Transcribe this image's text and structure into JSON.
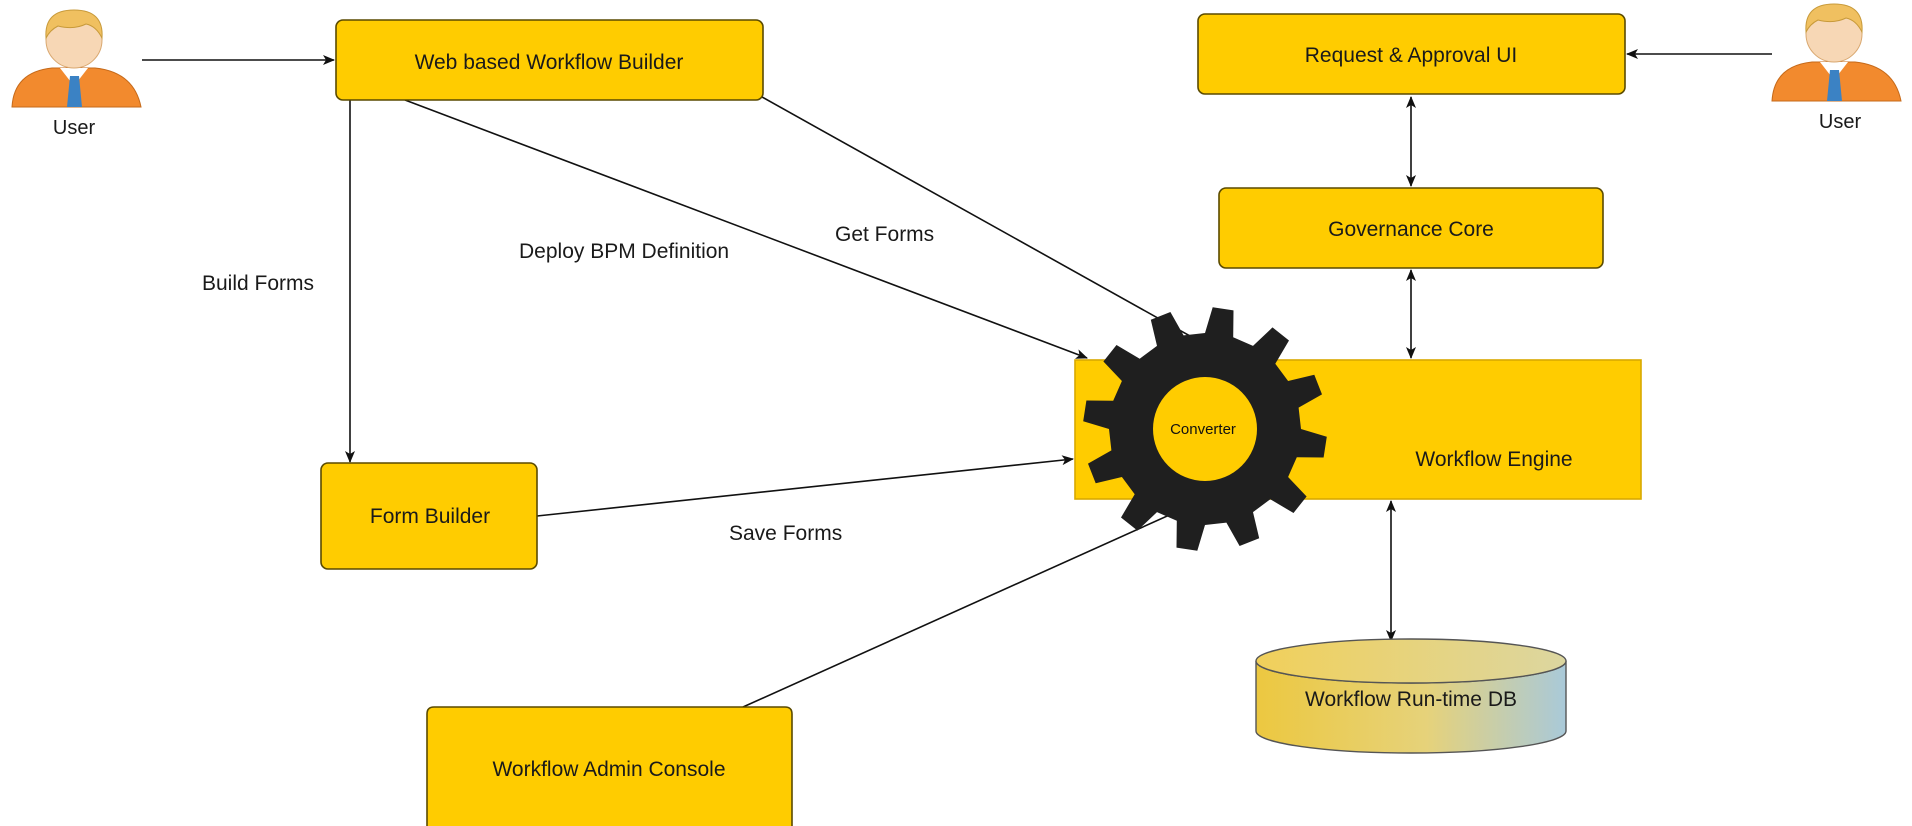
{
  "actors": {
    "left_user": "User",
    "right_user": "User"
  },
  "nodes": {
    "web_builder": "Web based Workflow Builder",
    "request_approval": "Request & Approval UI",
    "governance_core": "Governance Core",
    "form_builder": "Form Builder",
    "workflow_engine": "Workflow Engine",
    "gear_label": "Converter",
    "runtime_db": "Workflow Run-time DB",
    "admin_console": "Workflow Admin Console"
  },
  "edges": {
    "build_forms": "Build Forms",
    "deploy_bpm": "Deploy BPM Definition",
    "get_forms": "Get Forms",
    "save_forms": "Save Forms"
  },
  "colors": {
    "box_fill": "#FFCC00",
    "box_stroke": "#5a4a00",
    "gear": "#1f1f1f",
    "db_gradient_end": "#a9c9d9",
    "user_body": "#f28a2e",
    "user_tie": "#3b82c4",
    "user_hair": "#f0c060"
  },
  "icons": {
    "user": "user-avatar-icon",
    "engine": "gear-icon",
    "database": "database-cylinder-icon"
  }
}
